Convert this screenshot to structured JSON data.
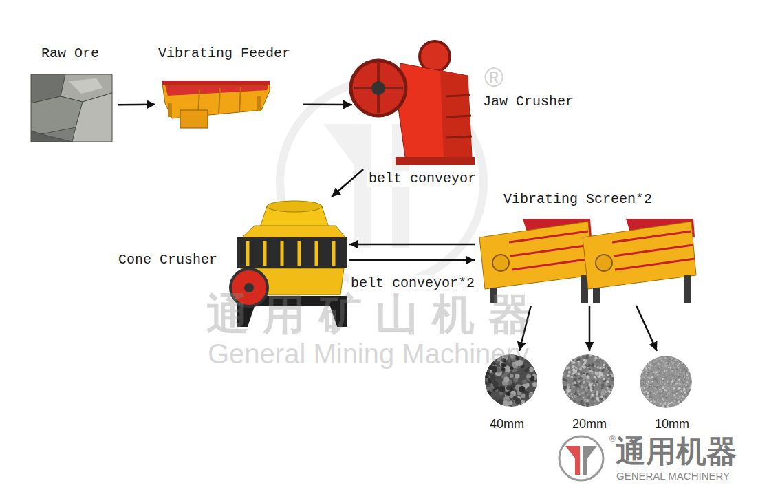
{
  "diagram": {
    "nodes": [
      {
        "text": [
          "Raw Ore"
        ]
      },
      {
        "text": [
          "Vibrating Feeder"
        ]
      },
      {
        "text": [
          "Jaw Crusher"
        ]
      },
      {
        "text": [
          "Cone Crusher"
        ]
      },
      {
        "text": [
          "Vibrating Screen*2"
        ]
      },
      {
        "text": [
          "40mm"
        ]
      },
      {
        "text": [
          "20mm"
        ]
      },
      {
        "text": [
          "10mm"
        ]
      }
    ],
    "edges": [
      {
        "from": 0,
        "to": 1,
        "arrow": "to"
      },
      {
        "from": 1,
        "to": 2,
        "arrow": "to"
      },
      {
        "from": 2,
        "to": 3,
        "label": "belt conveyor",
        "arrow": "to"
      },
      {
        "from": 4,
        "to": 3,
        "arrow": "to"
      },
      {
        "from": 3,
        "to": 4,
        "label": "belt conveyor*2",
        "arrow": "to"
      },
      {
        "from": 4,
        "to": 5,
        "arrow": "to"
      },
      {
        "from": 4,
        "to": 6,
        "arrow": "to"
      },
      {
        "from": 4,
        "to": 7,
        "arrow": "to"
      }
    ],
    "labels": [
      "®",
      "通用矿山机器",
      "General Mining Machinery",
      "®",
      "通用机器",
      "GENERAL MACHINERY"
    ]
  }
}
